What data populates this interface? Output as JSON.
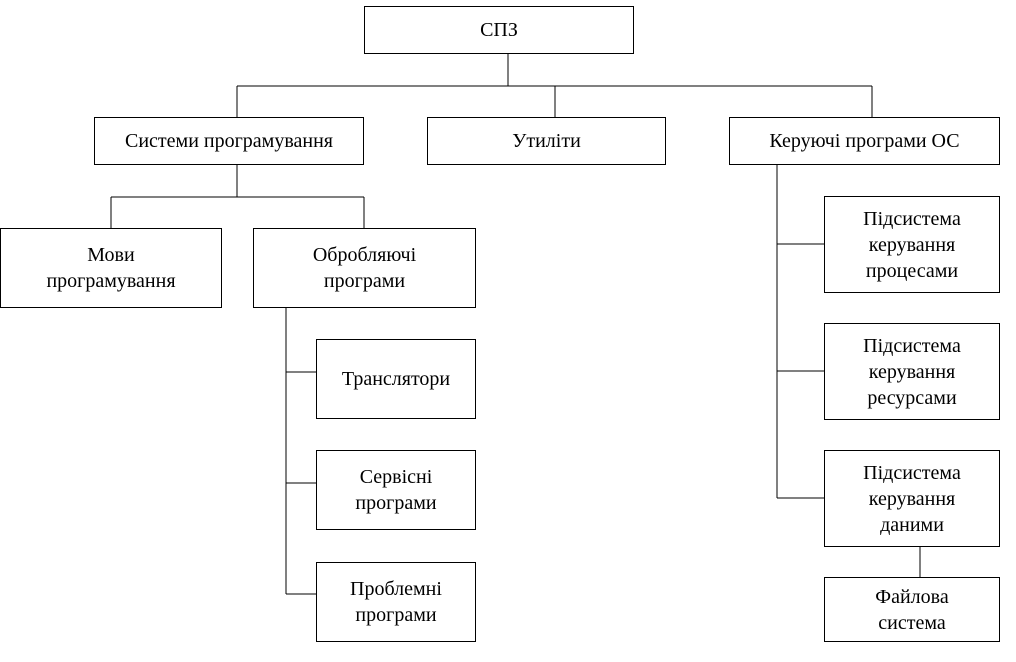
{
  "diagram": {
    "root": "СПЗ",
    "system_programming": "Системи програмування",
    "utilities": "Утиліти",
    "os_programs": "Керуючі програми ОС",
    "languages": "Мови\nпрограмування",
    "processing": "Обробляючі\nпрограми",
    "translators": "Транслятори",
    "service": "Сервісні\nпрограми",
    "problem": "Проблемні\nпрограми",
    "process_mgmt": "Підсистема\nкерування\nпроцесами",
    "resource_mgmt": "Підсистема\nкерування\nресурсами",
    "data_mgmt": "Підсистема\nкерування\nданими",
    "file_system": "Файлова\nсистема"
  },
  "colors": {
    "line": "#000000",
    "box_fill": "#ffffff",
    "text": "#000000"
  }
}
